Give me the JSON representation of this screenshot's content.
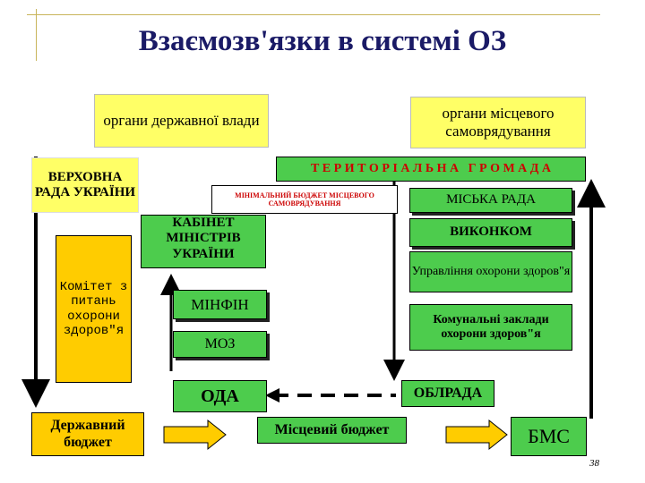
{
  "title": "Взаємозв'язки в системі ОЗ",
  "nodes": {
    "state_bodies": "органи державної влади",
    "local_bodies": "органи місцевого самоврядування",
    "verkhovna_rada": "ВЕРХОВНА РАДА УКРАЇНИ",
    "territorial_community": "Т Е Р И Т О Р І А Л Ь Н А   Г Р О М А Д А",
    "min_budget": "МІНІМАЛЬНИЙ БЮДЖЕТ МІСЦЕВОГО САМОВРЯДУВАННЯ",
    "city_council": "МІСЬКА РАДА",
    "health_committee": "Комітет з питань охорони здоров\"я",
    "cabinet": "КАБІНЕТ МІНІСТРІВ УКРАЇНИ",
    "executive_committee": "ВИКОНКОМ",
    "health_department": "Управління охорони здоров\"я",
    "minfin": "МІНФІН",
    "municipal_facilities": "Комунальні заклади охорони здоров\"я",
    "moz": "МОЗ",
    "oda": "ОДА",
    "oblrada": "ОБЛРАДА",
    "state_budget": "Державний бюджет",
    "local_budget": "Місцевий бюджет",
    "bms": "БМС"
  },
  "slide_number": "38",
  "colors": {
    "yellow": "#ffff66",
    "green": "#4dcc4d",
    "orange": "#ffcc00",
    "deco": "#c8b45a",
    "title": "#1a1a66"
  }
}
